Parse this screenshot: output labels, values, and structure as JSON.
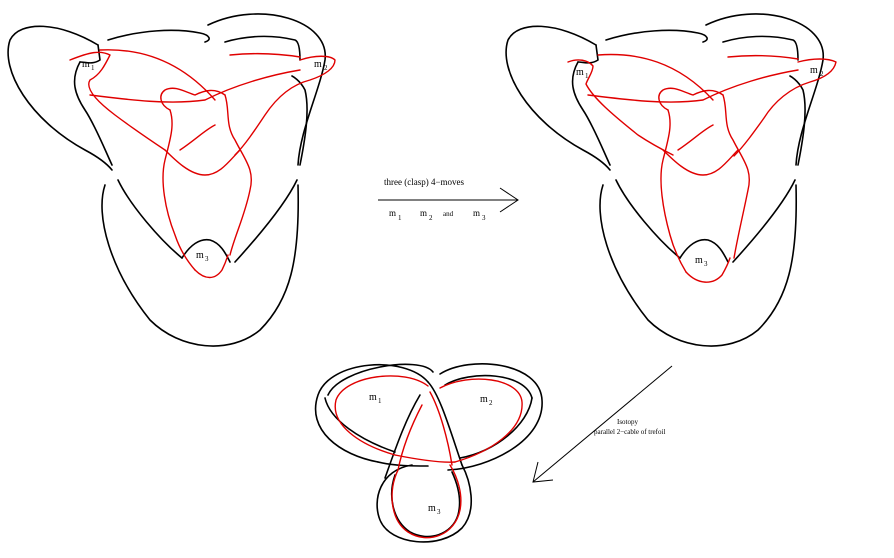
{
  "labels": {
    "m": "m",
    "sub1": "1",
    "sub2": "2",
    "sub3": "3"
  },
  "arrow_top": {
    "caption": "three (clasp) 4−moves",
    "m": "m",
    "sub1": "1",
    "sub2": "2",
    "sub3": "3",
    "and": "and"
  },
  "arrow_diag": {
    "line1": "Isotopy",
    "line2": "parallel 2−cable of trefoil"
  },
  "colors": {
    "knot": "#000000",
    "component": "#e00000"
  }
}
